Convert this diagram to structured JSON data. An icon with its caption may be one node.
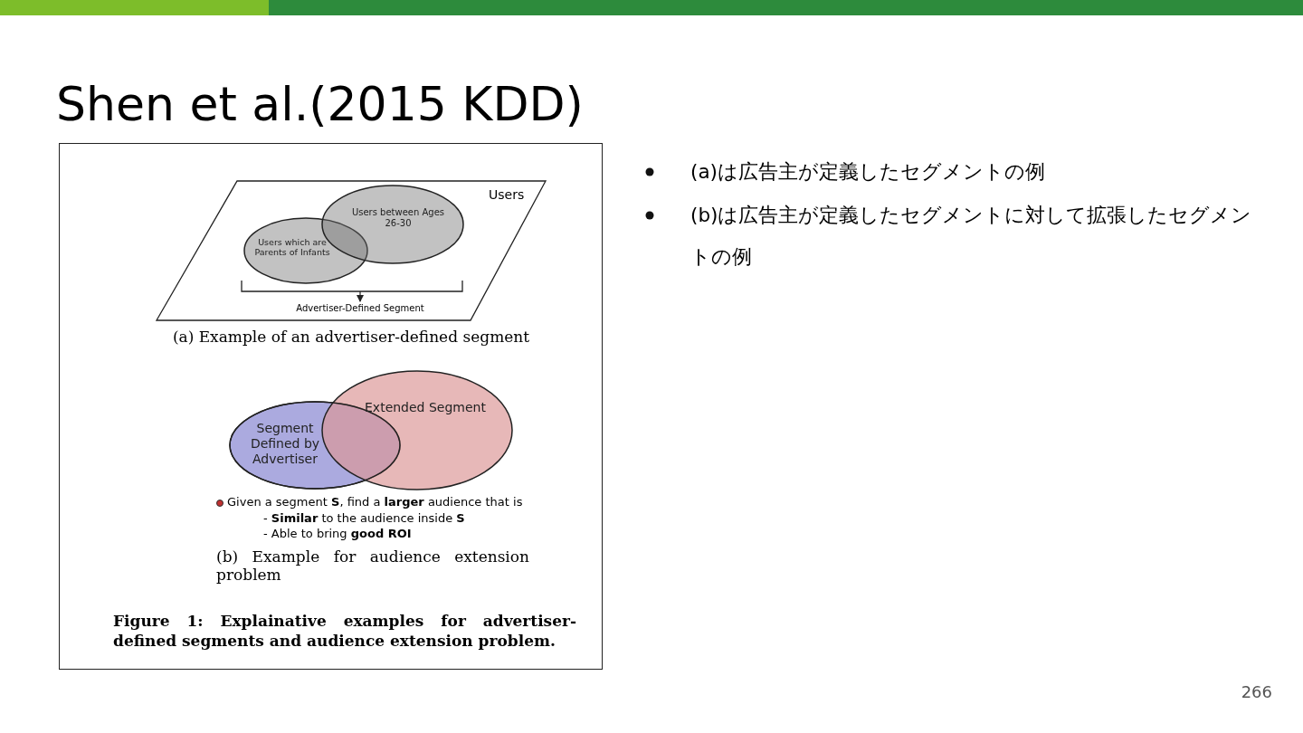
{
  "diagram": {
    "title": "Shen et al.(2015 KDD)",
    "nodes": [
      {
        "text": [
          "Users"
        ]
      },
      {
        "text": [
          "Users which are Parents of Infants"
        ],
        "in": 0
      },
      {
        "text": [
          "Users between Ages 26-30"
        ],
        "in": 0
      },
      {
        "text": [
          "Advertiser-Defined Segment"
        ],
        "in": 0
      },
      {
        "text": [
          "Segment Defined by Advertiser"
        ]
      },
      {
        "text": [
          "Extended Segment"
        ]
      }
    ],
    "edges": [
      {
        "from": null,
        "to": 3,
        "arrow": "to"
      }
    ],
    "labels": [
      "(a) Example of an advertiser-defined segment",
      "Given a segment **S**, find a **larger** audience that is",
      "- **Similar** to the audience inside **S**",
      "- Able to bring **good ROI**",
      "(b) Example for audience extension problem",
      "Figure 1: Explainative examples for advertiser-defined segments and audience extension problem.",
      "(a)は広告主が定義したセグメントの例",
      "(b)は広告主が定義したセグメントに対して拡張したセグメントの例",
      "266"
    ]
  }
}
